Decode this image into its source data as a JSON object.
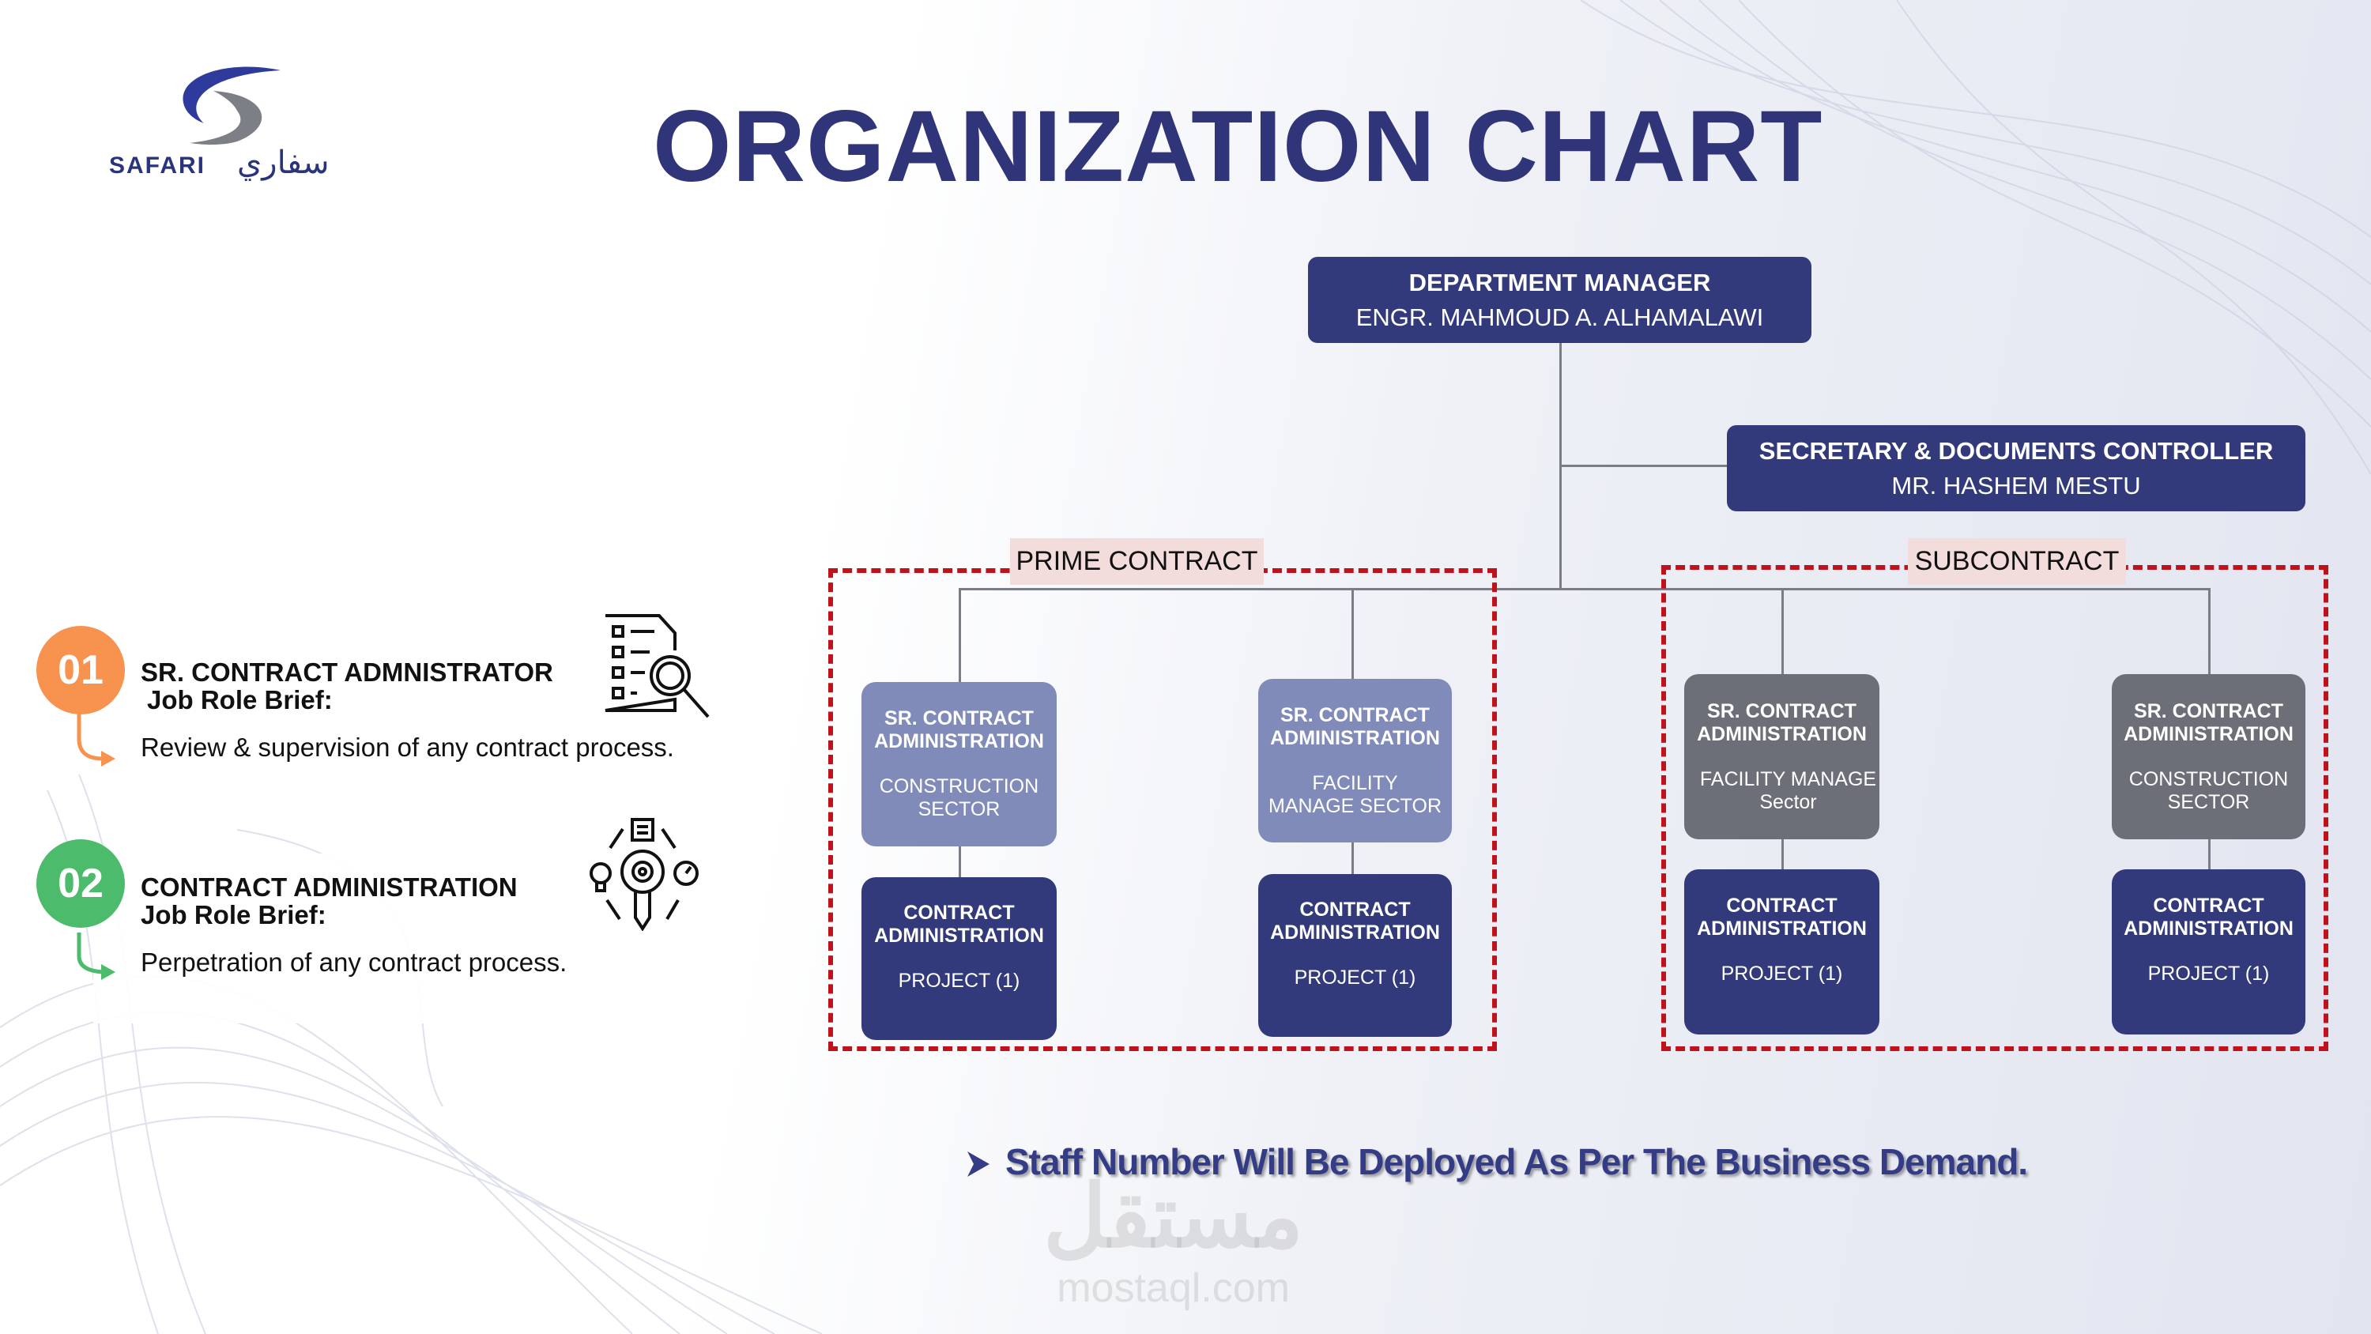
{
  "logo": {
    "text_en": "SAFARI",
    "text_ar": "سفاري"
  },
  "title": "ORGANIZATION CHART",
  "department_manager": {
    "role": "DEPARTMENT MANAGER",
    "name": "ENGR. MAHMOUD A. ALHAMALAWI"
  },
  "secretary": {
    "role": "SECRETARY & DOCUMENTS CONTROLLER",
    "name": "MR. HASHEM MESTU"
  },
  "groups": [
    {
      "label": "PRIME CONTRACT",
      "columns": [
        {
          "senior": {
            "title1": "SR. CONTRACT",
            "title2": "ADMINISTRATION",
            "sector1": "CONSTRUCTION",
            "sector2": "SECTOR"
          },
          "admin": {
            "title1": "CONTRACT",
            "title2": "ADMINISTRATION",
            "project": "PROJECT (1)"
          }
        },
        {
          "senior": {
            "title1": "SR. CONTRACT",
            "title2": "ADMINISTRATION",
            "sector1": "FACILITY",
            "sector2": "MANAGE SECTOR"
          },
          "admin": {
            "title1": "CONTRACT",
            "title2": "ADMINISTRATION",
            "project": "PROJECT (1)"
          }
        }
      ]
    },
    {
      "label": "SUBCONTRACT",
      "columns": [
        {
          "senior": {
            "title1": "SR. CONTRACT",
            "title2": "ADMINISTRATION",
            "sector1": "FACILITY MANAGE",
            "sector2": "Sector"
          },
          "admin": {
            "title1": "CONTRACT",
            "title2": "ADMINISTRATION",
            "project": "PROJECT (1)"
          }
        },
        {
          "senior": {
            "title1": "SR. CONTRACT",
            "title2": "ADMINISTRATION",
            "sector1": "CONSTRUCTION",
            "sector2": "SECTOR"
          },
          "admin": {
            "title1": "CONTRACT",
            "title2": "ADMINISTRATION",
            "project": "PROJECT (1)"
          }
        }
      ]
    }
  ],
  "roles": [
    {
      "number": "01",
      "title": "SR. CONTRACT ADMNISTRATOR",
      "brief_label": "Job Role Brief:",
      "description": "Review & supervision of any contract process.",
      "color": "#f7924f",
      "icon": "document-search-icon"
    },
    {
      "number": "02",
      "title": "CONTRACT ADMINISTRATION",
      "brief_label": "Job Role Brief:",
      "description": "Perpetration of any contract process.",
      "color": "#4cbb6c",
      "icon": "gear-cycle-icon"
    }
  ],
  "note": "Staff Number Will Be Deployed As Per The Business Demand.",
  "watermark": {
    "ar": "مستقل",
    "en": "mostaql.com"
  },
  "colors": {
    "navy": "#323a7b",
    "prime_senior": "#818bba",
    "sub_senior": "#6c6f78",
    "dash": "#c0121b",
    "tag_bg": "#f2dcdc"
  }
}
